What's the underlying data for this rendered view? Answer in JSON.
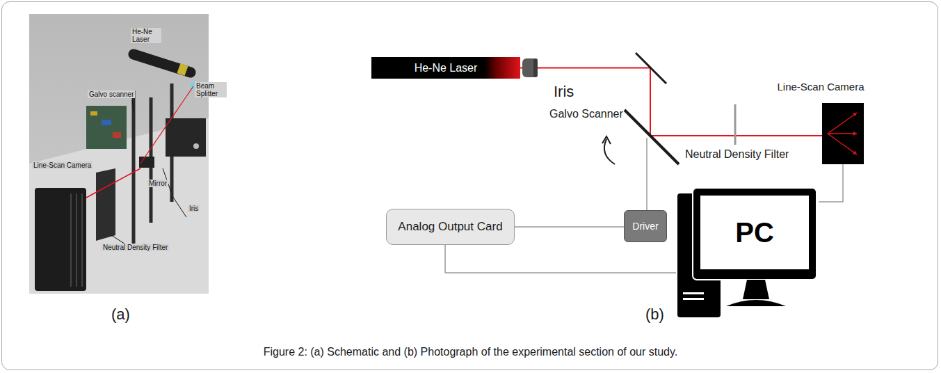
{
  "diagram": {
    "caption": "Figure 2: (a) Schematic and (b) Photograph of the experimental section of our study.",
    "nodes": [
      {
        "text": [
          "He-Ne Laser"
        ]
      },
      {
        "text": [
          "Line-Scan Camera"
        ]
      },
      {
        "text": [
          "Analog Output Card"
        ]
      },
      {
        "text": [
          "Driver"
        ]
      },
      {
        "text": [
          "PC"
        ]
      }
    ],
    "edges": [
      {
        "from": 0,
        "to": 1,
        "arrow": "none"
      },
      {
        "from": 2,
        "to": 3,
        "arrow": "none"
      },
      {
        "from": 2,
        "to": 4,
        "arrow": "none"
      },
      {
        "from": 4,
        "to": 1,
        "arrow": "none"
      }
    ],
    "labels": [
      "He-Ne Laser",
      "Galvo scanner",
      "Beam Splitter",
      "Line-Scan Camera",
      "Mirror",
      "Iris",
      "Neutral Density Filter",
      "(a)",
      "Iris",
      "Galvo Scanner",
      "Neutral Density Filter",
      "(b)"
    ]
  }
}
